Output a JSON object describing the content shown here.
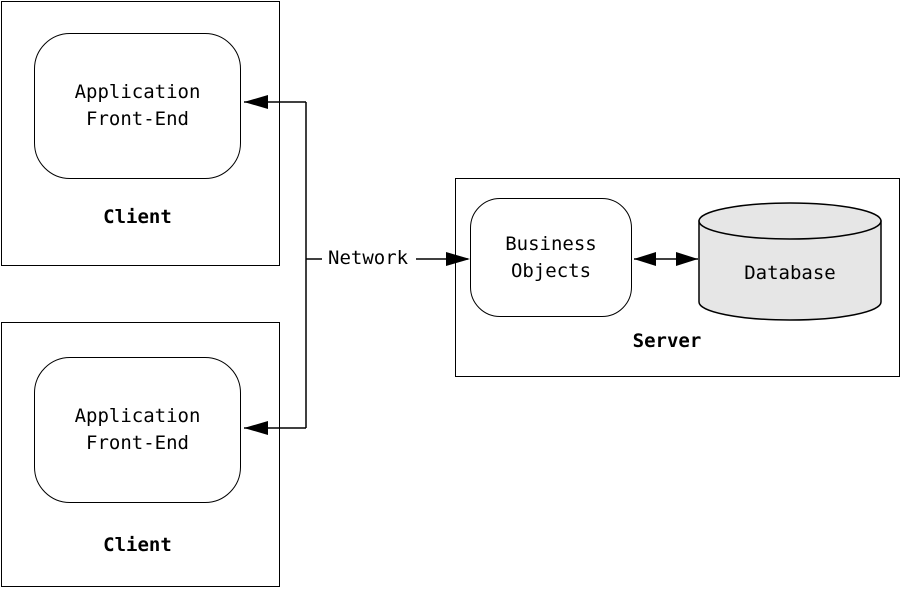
{
  "clients": [
    {
      "app_line1": "Application",
      "app_line2": "Front-End",
      "label": "Client"
    },
    {
      "app_line1": "Application",
      "app_line2": "Front-End",
      "label": "Client"
    }
  ],
  "network_label": "Network",
  "server": {
    "label": "Server",
    "business_line1": "Business",
    "business_line2": "Objects",
    "database_label": "Database",
    "database_fill": "#e6e6e6"
  }
}
